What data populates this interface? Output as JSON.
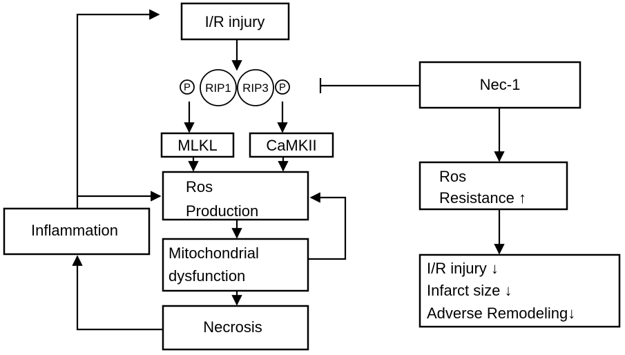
{
  "nodes": {
    "ir_injury": "I/R injury",
    "rip1": "RIP1",
    "rip3": "RIP3",
    "phospho": "P",
    "mlkl": "MLKL",
    "camkii": "CaMKII",
    "ros_production": [
      "Ros",
      "Production"
    ],
    "mitochondrial_dysfunction": [
      "Mitochondrial",
      "dysfunction"
    ],
    "necrosis": "Necrosis",
    "inflammation": "Inflammation",
    "nec1": "Nec-1",
    "ros_resistance": [
      "Ros",
      "Resistance ↑"
    ],
    "outcomes": [
      "I/R injury ↓",
      "Infarct size ↓",
      "Adverse Remodeling↓"
    ]
  },
  "colors": {
    "stroke": "#000000",
    "fill": "#ffffff",
    "text": "#000000"
  }
}
